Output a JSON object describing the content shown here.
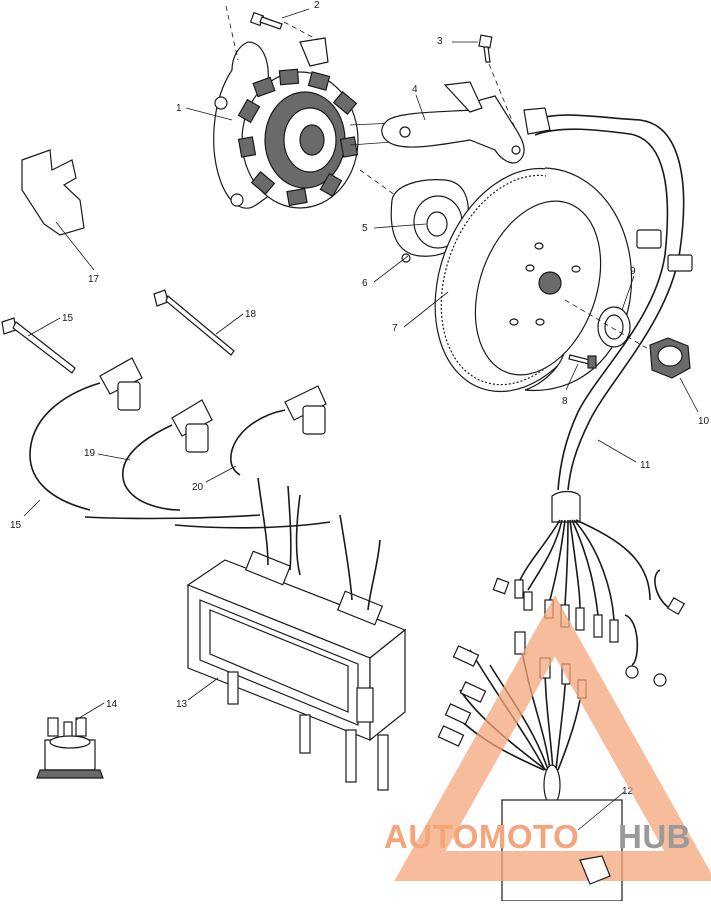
{
  "diagram": {
    "callouts": [
      {
        "id": "c1",
        "text": "1"
      },
      {
        "id": "c2",
        "text": "2"
      },
      {
        "id": "c3",
        "text": "3"
      },
      {
        "id": "c4",
        "text": "4"
      },
      {
        "id": "c5",
        "text": "5"
      },
      {
        "id": "c6",
        "text": "6"
      },
      {
        "id": "c7",
        "text": "7"
      },
      {
        "id": "c8",
        "text": "8"
      },
      {
        "id": "c9",
        "text": "9"
      },
      {
        "id": "c10",
        "text": "10"
      },
      {
        "id": "c11",
        "text": "11"
      },
      {
        "id": "c12",
        "text": "12"
      },
      {
        "id": "c13",
        "text": "13"
      },
      {
        "id": "c14",
        "text": "14"
      },
      {
        "id": "c15a",
        "text": "15"
      },
      {
        "id": "c15b",
        "text": "15"
      },
      {
        "id": "c17",
        "text": "17"
      },
      {
        "id": "c18",
        "text": "18"
      },
      {
        "id": "c19",
        "text": "19"
      },
      {
        "id": "c20",
        "text": "20"
      }
    ]
  },
  "watermark": {
    "brand_part1": "AUTOMOTO",
    "brand_part2": "HUB",
    "color_primary": "#f4a57a",
    "color_secondary": "#9a9a9a"
  }
}
